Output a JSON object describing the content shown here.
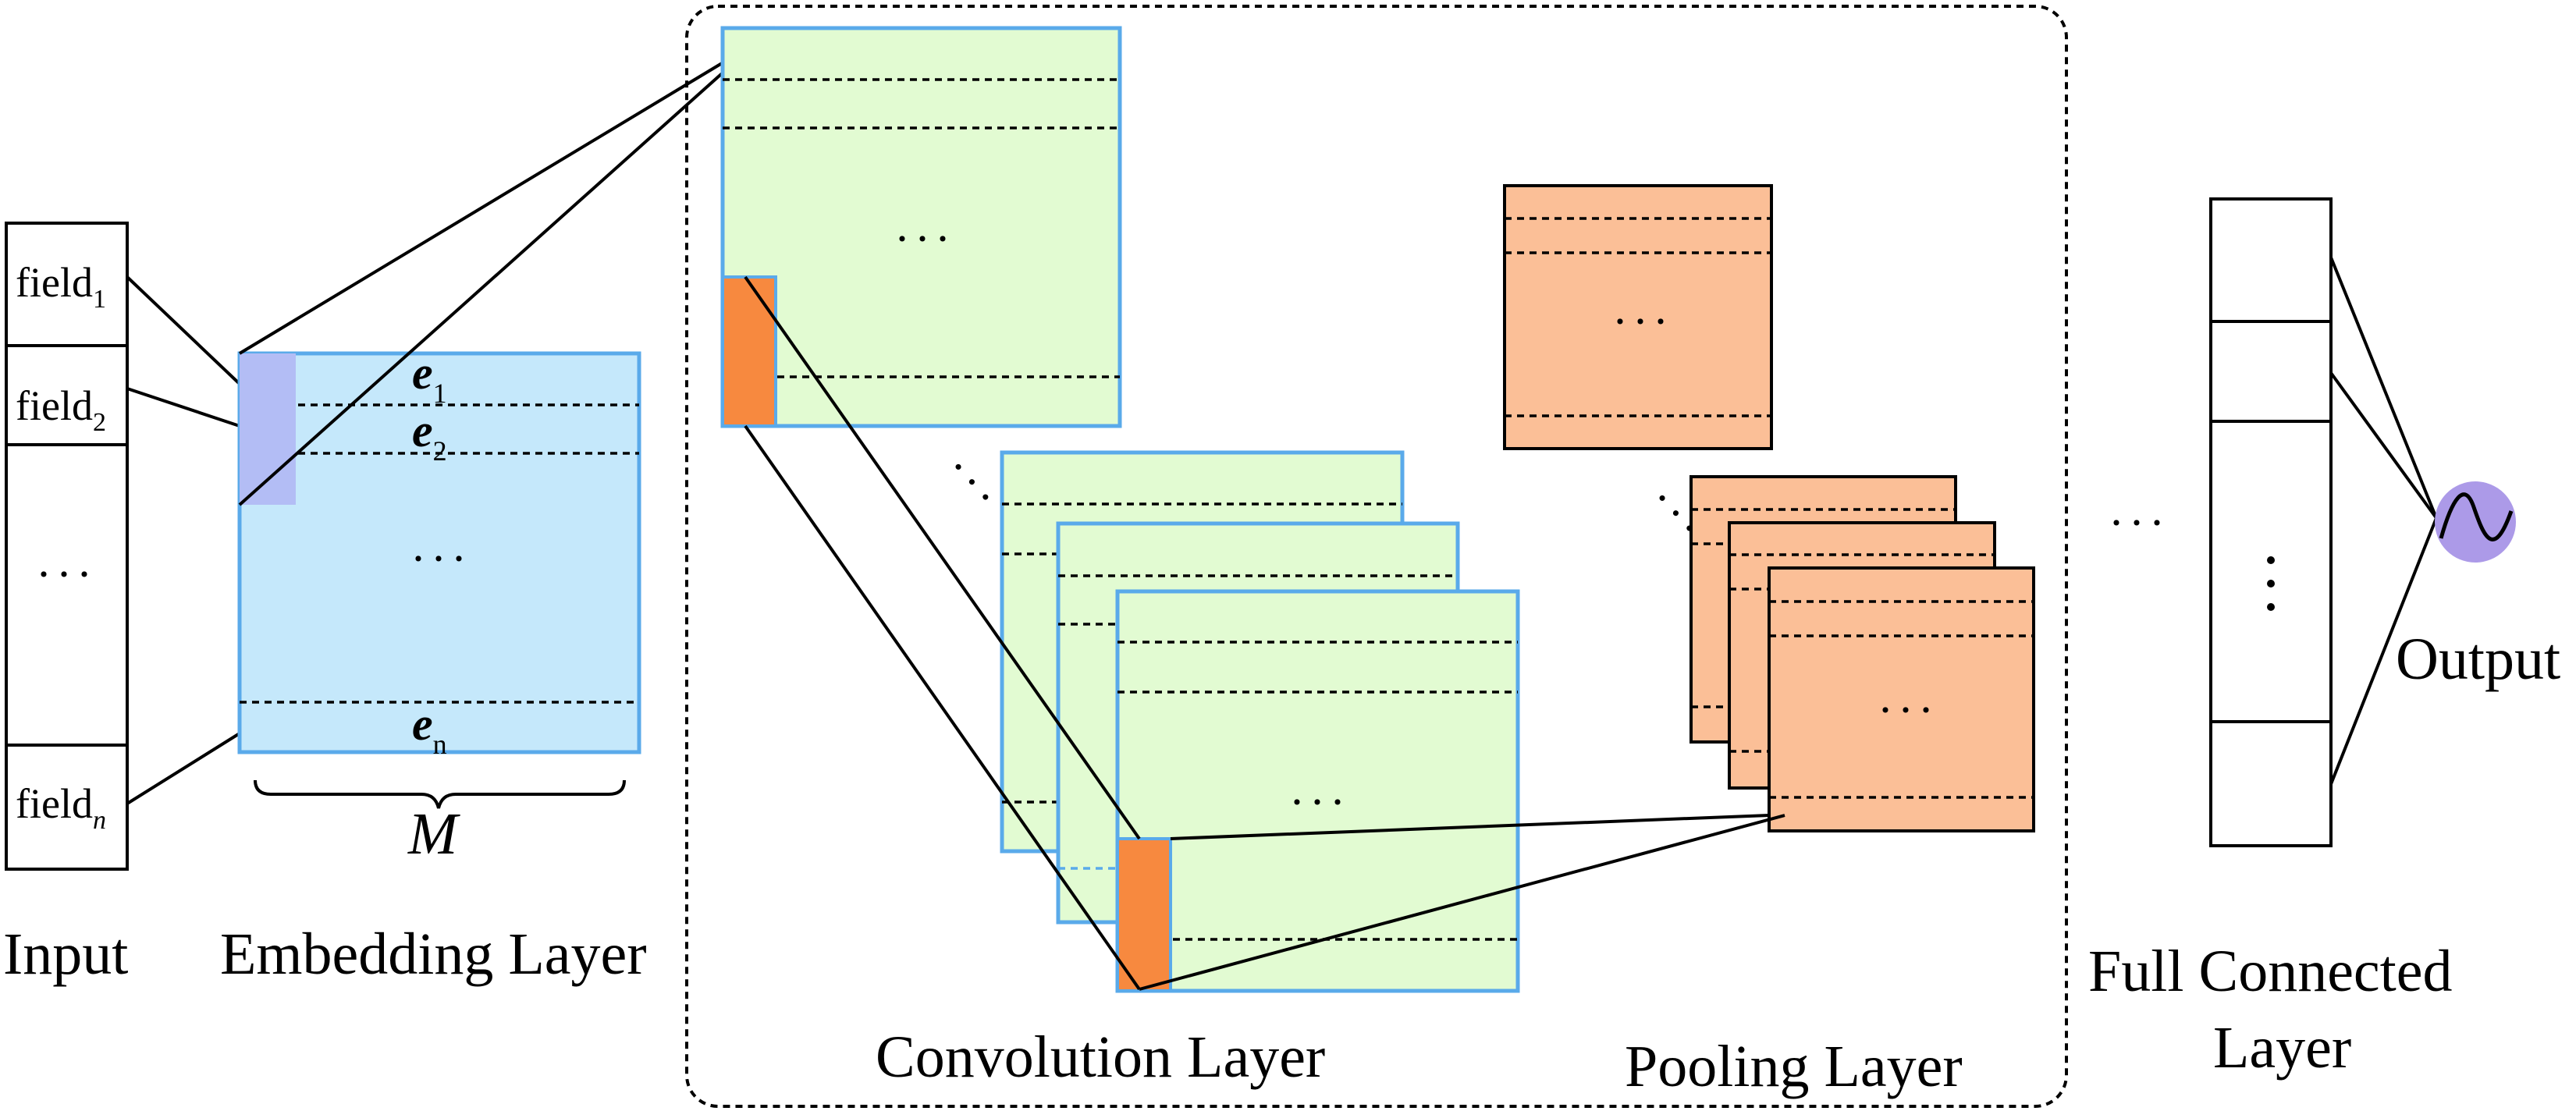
{
  "labels": {
    "input": "Input",
    "embedding_layer": "Embedding Layer",
    "convolution_layer": "Convolution Layer",
    "pooling_layer": "Pooling Layer",
    "full_connected_line1": "Full Connected",
    "full_connected_line2": "Layer",
    "output": "Output",
    "m": "M"
  },
  "fields": [
    {
      "base": "field",
      "sub": "1"
    },
    {
      "base": "field",
      "sub": "2"
    },
    {
      "base": "field",
      "sub": "n"
    }
  ],
  "embeddings": [
    {
      "base": "e",
      "sub": "1"
    },
    {
      "base": "e",
      "sub": "2"
    },
    {
      "base": "e",
      "sub": "n"
    }
  ],
  "ellipsis": "···",
  "colors": {
    "embedding_fill": "#c5e8fb",
    "embedding_stroke": "#5aaaea",
    "embedding_select": "#b3bdf5",
    "conv_fill": "#e2fbd2",
    "conv_stroke": "#5aaaea",
    "kernel": "#f7893f",
    "pool_fill": "#fbbf97",
    "output_node": "#ac9ae8"
  }
}
